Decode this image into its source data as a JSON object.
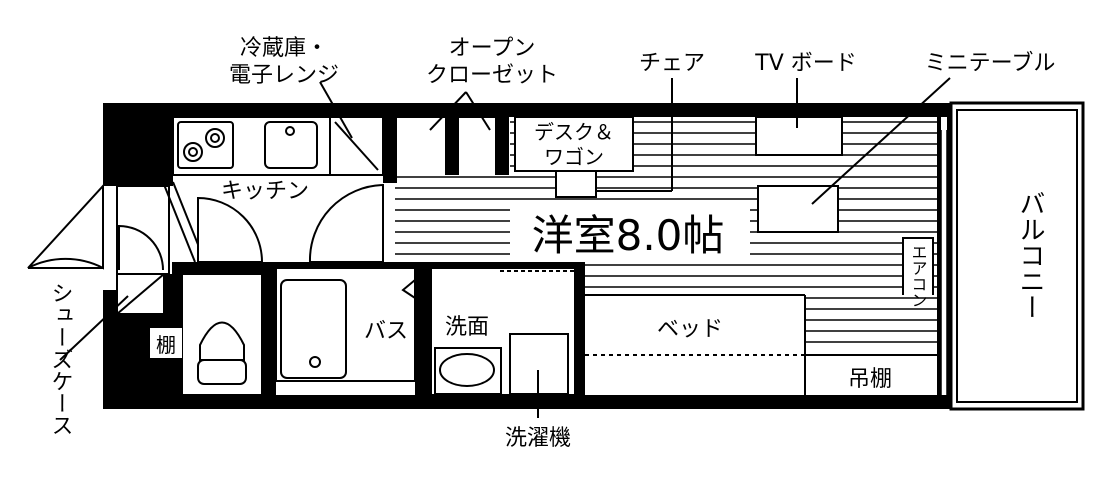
{
  "room_label": "洋室8.0帖",
  "labels": {
    "fridge_line1": "冷蔵庫・",
    "fridge_line2": "電子レンジ",
    "closet_line1": "オープン",
    "closet_line2": "クローゼット",
    "chair": "チェア",
    "tv_board": "TV ボード",
    "mini_table": "ミニテーブル",
    "desk_line1": "デスク＆",
    "desk_line2": "ワゴン",
    "kitchen": "キッチン",
    "balcony": "バルコニー",
    "aircon": "エアコン",
    "bath": "バス",
    "washroom": "洗面",
    "bed": "ベッド",
    "shelf": "棚",
    "hanging_shelf": "吊棚",
    "shoe_case": "シューズケース",
    "washer": "洗濯機"
  }
}
